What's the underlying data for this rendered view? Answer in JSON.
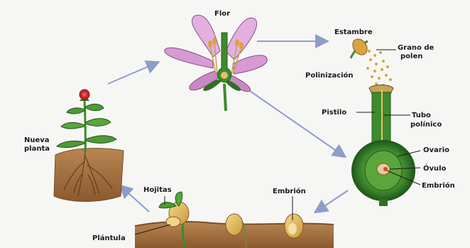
{
  "labels": {
    "flor": "Flor",
    "estambre": "Estambre",
    "grano_de_polen_line1": "Grano de",
    "grano_de_polen_line2": "polen",
    "polinizacion": "Polinización",
    "pistilo": "Pistilo",
    "tubo_polinico_line1": "Tubo",
    "tubo_polinico_line2": "polínico",
    "ovario": "Ovario",
    "ovulo": "Óvulo",
    "embrion_right": "Embrión",
    "embrion_seed": "Embrión",
    "hojitas": "Hojitas",
    "plantula": "Plántula",
    "nueva_planta_line1": "Nueva",
    "nueva_planta_line2": "planta"
  },
  "colors": {
    "background": "#f6f7f5",
    "arrow": "#8e9cc8",
    "petal": "#d79ad2",
    "stem_green": "#3f8a2e",
    "dark_green": "#1f5a1b",
    "soil": "#b07a45",
    "seed": "#e7c062",
    "flower_red": "#c2262c",
    "pollen": "#d9a441"
  }
}
